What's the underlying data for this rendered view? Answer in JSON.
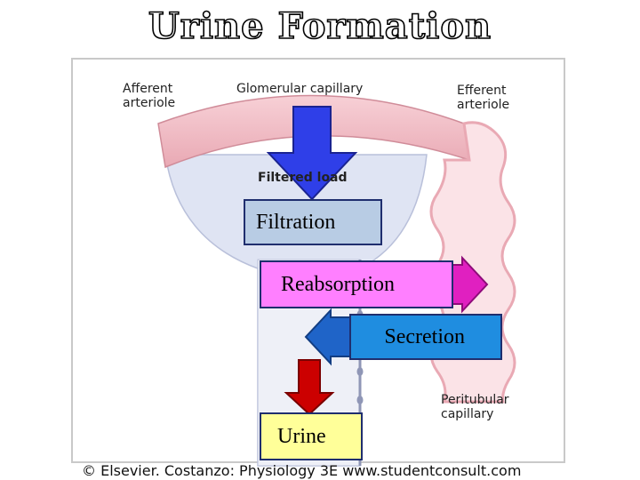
{
  "title": "Urine Formation",
  "figure_labels": {
    "afferent_arteriole": "Afferent\narteriole",
    "glomerular_capillary": "Glomerular capillary",
    "efferent_arteriole": "Efferent\narteriole",
    "filtered_load": "Filtered load",
    "peritubular_capillary": "Peritubular\ncapillary"
  },
  "processes": {
    "filtration": "Filtration",
    "reabsorption": "Reabsorption",
    "secretion": "Secretion",
    "urine": "Urine"
  },
  "footer": "© Elsevier. Costanzo: Physiology 3E www.studentconsult.com",
  "colors": {
    "filtration_box": "#b8cce4",
    "reabsorption_box": "#ff7fff",
    "secretion_box": "#1f8de0",
    "urine_box": "#ffff99",
    "down_arrow": "#2f3fe8",
    "reabsorption_arrow": "#e020c0",
    "secretion_arrow": "#1f64c8",
    "urine_arrow": "#cc0000"
  }
}
